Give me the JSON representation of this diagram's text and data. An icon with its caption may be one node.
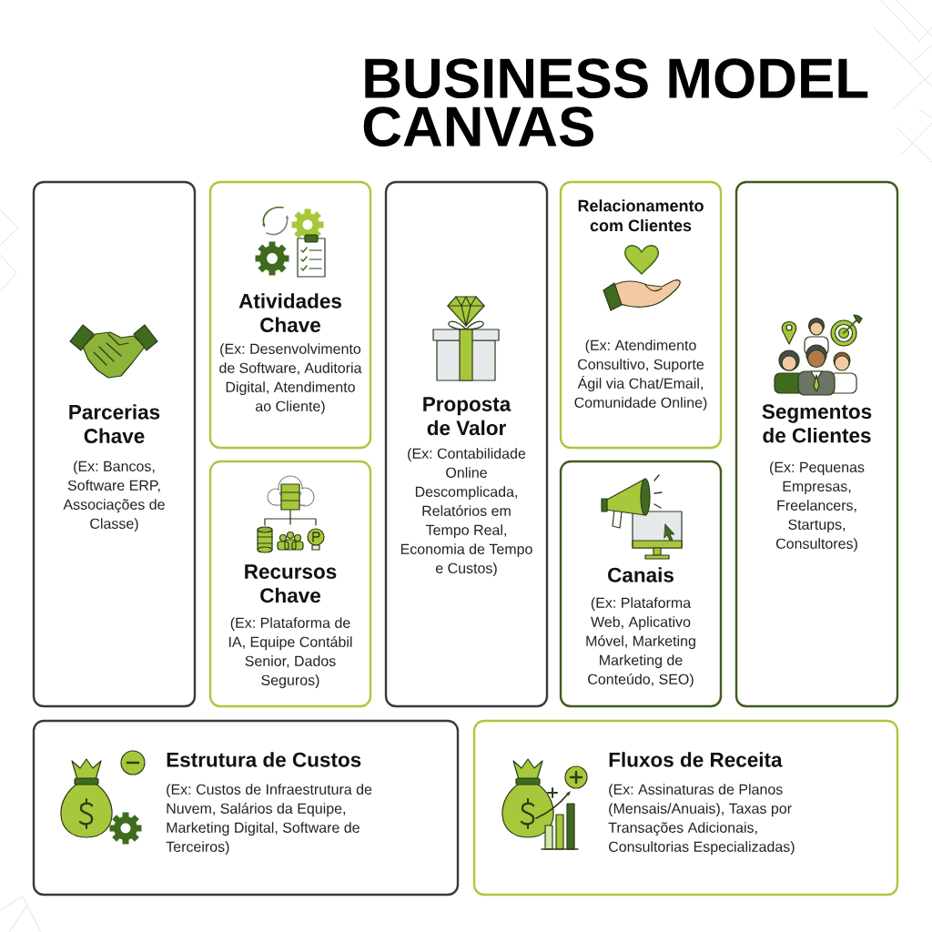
{
  "diagram": {
    "title": "BUSINESS MODEL CANVAS",
    "nodes": [
      {
        "text": [
          "Parcerias Chave",
          "(Ex: Bancos, Software ERP, Associações de Classe)"
        ]
      },
      {
        "text": [
          "Atividades Chave",
          "(Ex: Desenvolvimento de Software, Auditoria Digital, Atendimento ao Cliente)"
        ]
      },
      {
        "text": [
          "Recursos Chave",
          "(Ex: Plataforma de IA, Equipe Contábil Senior, Dados Seguros)"
        ]
      },
      {
        "text": [
          "Proposta de Valor",
          "(Ex: Contabilidade Online Descomplicada, Relatórios em Tempo Real, Economia de Tempo e Custos)"
        ]
      },
      {
        "text": [
          "Relacionamento com Clientes",
          "(Ex: Atendimento Consultivo, Suporte Ágil via Chat/Email, Comunidade Online)"
        ]
      },
      {
        "text": [
          "Canais",
          "(Ex: Plataforma Web, Aplicativo Móvel, Marketing Marketing de Conteúdo, SEO)"
        ]
      },
      {
        "text": [
          "Segmentos de Clientes",
          "(Ex: Pequenas Empresas, Freelancers, Startups, Consultores)"
        ]
      },
      {
        "text": [
          "Estrutura de Custos",
          "(Ex: Custos de Infraestrutura de Nuvem, Salários da Equipe, Marketing Digital, Software de Terceiros)"
        ]
      },
      {
        "text": [
          "Fluxos de Receita",
          "(Ex: Assinaturas de Planos (Mensais/Anuais), Taxas por Transações Adicionais, Consultorias Especializadas)"
        ]
      }
    ]
  }
}
